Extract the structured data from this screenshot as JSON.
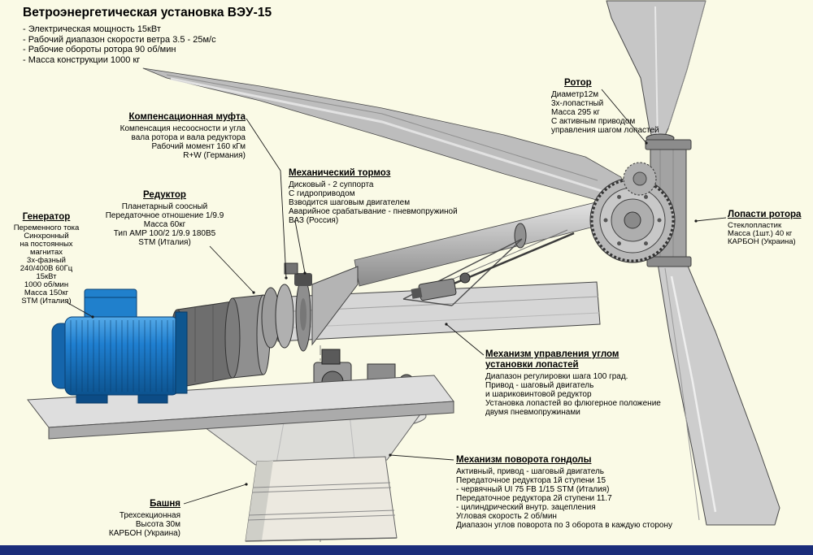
{
  "colors": {
    "background": "#fafae6",
    "footer_bar": "#1b2d7a",
    "generator_blue": "#1f7fd0",
    "metal_gray": "#c0c0c0"
  },
  "header": {
    "title": "Ветроэнергетическая установка ВЭУ-15",
    "specs": [
      "- Электрическая мощность 15кВт",
      "- Рабочий диапазон скорости ветра 3.5 - 25м/с",
      "- Рабочие обороты ротора 90 об/мин",
      "- Масса конструкции  1000 кг"
    ]
  },
  "labels": {
    "coupling": {
      "title": "Компенсационная муфта",
      "lines": [
        "Компенсация несоосности и угла",
        "вала ротора и вала редуктора",
        "Рабочий момент 160 кГм",
        "R+W (Германия)"
      ]
    },
    "brake": {
      "title": "Механический тормоз",
      "lines": [
        "Дисковый - 2 суппорта",
        "С гидроприводом",
        "Взводится шаговым двигателем",
        "Аварийное срабатывание - пневмопружиной",
        "ВАЗ (Россия)"
      ]
    },
    "gearbox": {
      "title": "Редуктор",
      "lines": [
        "Планетарный соосный",
        "Передаточное отношение 1/9.9",
        "Масса 60кг",
        "Тип AMP 100/2 1/9.9 180B5",
        "STM (Италия)"
      ]
    },
    "generator": {
      "title": "Генератор",
      "lines": [
        "Переменного тока",
        "Синхронный",
        "на постоянных",
        "магнитах",
        "3х-фазный",
        "240/400В 60Гц",
        "15кВт",
        "1000 об/мин",
        "Масса 150кг",
        "STM (Италия)"
      ]
    },
    "rotor": {
      "title": "Ротор",
      "lines": [
        "Диаметр12м",
        "3х-лопастный",
        "Масса 295 кг",
        "С активным приводом",
        "управления шагом лопастей"
      ]
    },
    "blades": {
      "title": "Лопасти ротора",
      "lines": [
        "Стеклопластик",
        "Масса (1шт.) 40 кг",
        "КАРБОН (Украина)"
      ]
    },
    "pitch": {
      "title_line1": "Механизм управления углом",
      "title_line2": "установки лопастей",
      "lines": [
        "Диапазон регулировки шага 100 град.",
        "Привод - шаговый двигатель",
        "и шариковинтовой редуктор",
        "Установка лопастей во флюгерное положение",
        "двумя пневмопружинами"
      ]
    },
    "yaw": {
      "title": "Механизм поворота гондолы",
      "lines": [
        "Активный, привод - шаговый двигатель",
        "Передаточное редуктора 1й ступени 15",
        "- червячный UI 75 FB 1/15 STM (Италия)",
        "Передаточное редуктора 2й ступени 11.7",
        "- цилиндрический внутр. зацепления",
        "Угловая скорость 2 об/мин",
        "Диапазон углов поворота по 3 оборота в каждую сторону"
      ]
    },
    "tower": {
      "title": "Башня",
      "lines": [
        "Трехсекционная",
        "Высота 30м",
        "КАРБОН (Украина)"
      ]
    }
  }
}
